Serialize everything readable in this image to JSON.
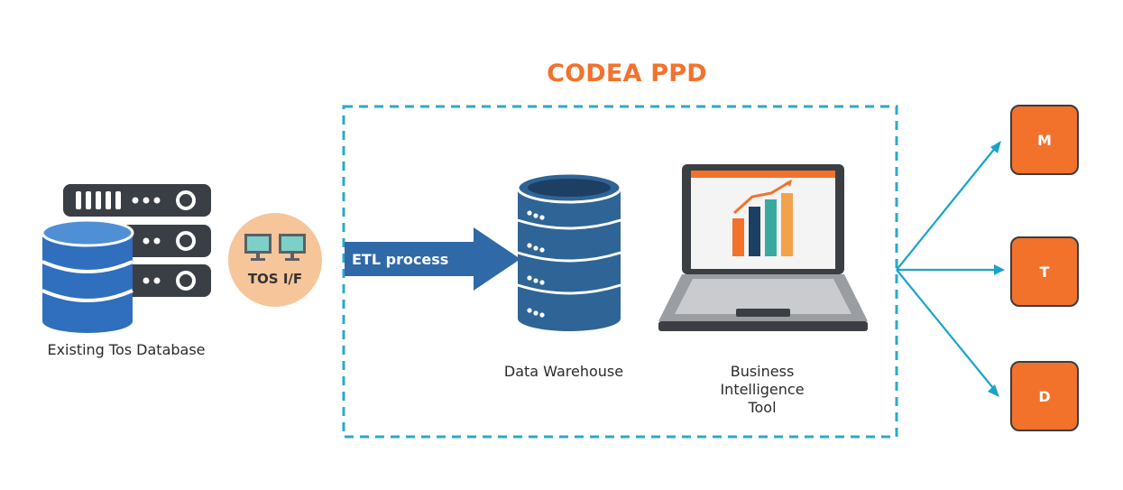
{
  "title": "CODEA PPD",
  "source": {
    "label": "Existing Tos Database",
    "interface_label": "TOS I/F"
  },
  "etl": {
    "label": "ETL process"
  },
  "warehouse": {
    "label": "Data Warehouse"
  },
  "bi_tool": {
    "label_lines": [
      "Business",
      "Intelligence",
      "Tool"
    ]
  },
  "outputs": [
    {
      "label": "M"
    },
    {
      "label": "T"
    },
    {
      "label": "D"
    }
  ],
  "colors": {
    "accent": "#f2722c",
    "dashed_border": "#29a9cc",
    "connector": "#1aa3c8",
    "db_blue": "#2f6fbd",
    "warehouse_blue": "#2f6496",
    "arrow_blue": "#2f69a8",
    "server_dark": "#3a3f45",
    "tos_circle": "#f6c59a"
  },
  "icons": [
    "database-icon",
    "server-rack-icon",
    "monitor-icon",
    "data-warehouse-icon",
    "laptop-icon",
    "bar-chart-icon"
  ]
}
